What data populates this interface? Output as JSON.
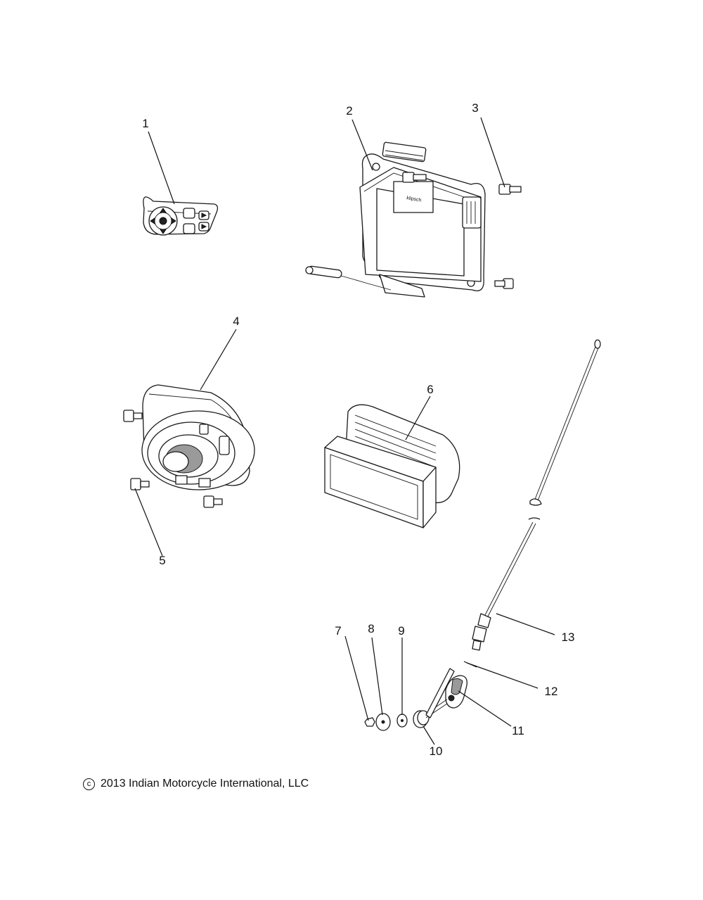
{
  "callouts": [
    "1",
    "2",
    "3",
    "4",
    "5",
    "6",
    "7",
    "8",
    "9",
    "10",
    "11",
    "12",
    "13"
  ],
  "parts": [
    "switch-control-icon",
    "amplifier-module-icon",
    "screw-icon",
    "speaker-icon",
    "screw-icon",
    "speaker-grille-housing-icon",
    "nut-icon",
    "washer-icon",
    "washer-icon",
    "antenna-mount-icon",
    "antenna-base-icon",
    "antenna-adapter-icon",
    "antenna-mast-icon"
  ],
  "copyright_symbol": "c",
  "copyright": "2013 Indian Motorcycle International, LLC"
}
